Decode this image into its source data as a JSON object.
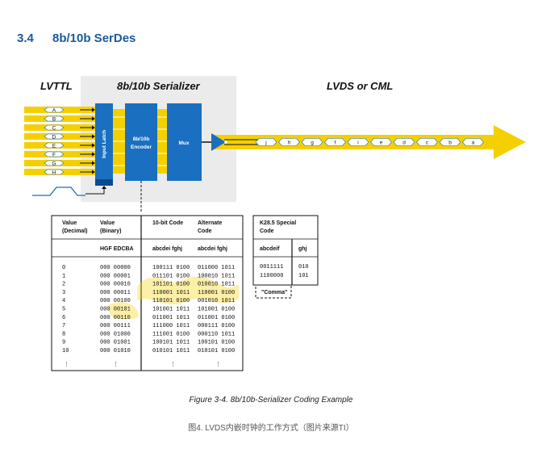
{
  "section": {
    "number": "3.4",
    "title": "8b/10b SerDes"
  },
  "diagram": {
    "left_label": "LVTTL",
    "middle_label": "8b/10b Serializer",
    "right_label": "LVDS or CML",
    "inputs": [
      "A",
      "B",
      "C",
      "D",
      "E",
      "F",
      "G",
      "H"
    ],
    "latch_label": "Input Latch",
    "encoder_label_1": "8b/10b",
    "encoder_label_2": "Encoder",
    "mux_label": "Mux",
    "serial_bits": [
      "j",
      "h",
      "g",
      "f",
      "i",
      "e",
      "d",
      "c",
      "b",
      "a"
    ]
  },
  "table": {
    "headers": [
      {
        "l1": "Value",
        "l2": "(Decimal)"
      },
      {
        "l1": "Value",
        "l2": "(Binary)"
      },
      {
        "l1": "10-bit Code",
        "l2": ""
      },
      {
        "l1": "Alternate",
        "l2": "Code"
      }
    ],
    "subheaders": [
      "",
      "HGF EDCBA",
      "abcdei fghj",
      "abcdei fghj"
    ],
    "rows": [
      [
        "0",
        "000 00000",
        "100111 0100",
        "011000 1011"
      ],
      [
        "1",
        "000 00001",
        "011101 0100",
        "100010 1011"
      ],
      [
        "2",
        "000 00010",
        "101101 0100",
        "010010 1011"
      ],
      [
        "3",
        "000 00011",
        "110001 1011",
        "110001 0100"
      ],
      [
        "4",
        "000 00100",
        "110101 0100",
        "001010 1011"
      ],
      [
        "5",
        "000 00101",
        "101001 1011",
        "101001 0100"
      ],
      [
        "6",
        "000 00110",
        "011001 1011",
        "011001 0100"
      ],
      [
        "7",
        "000 00111",
        "111000 1011",
        "000111 0100"
      ],
      [
        "8",
        "000 01000",
        "111001 0100",
        "000110 1011"
      ],
      [
        "9",
        "000 01001",
        "100101 1011",
        "100101 0100"
      ],
      [
        "10",
        "000 01010",
        "010101 1011",
        "010101 0100"
      ]
    ],
    "ellipsis": "⋮"
  },
  "k28": {
    "title_l1": "K28.5 Special",
    "title_l2": "Code",
    "col1": "abcdeif",
    "col2": "ghj",
    "rows": [
      [
        "0011111",
        "010"
      ],
      [
        "1100000",
        "101"
      ]
    ],
    "note": "\"Comma\""
  },
  "caption": "Figure 3-4. 8b/10b-Serializer Coding Example",
  "subcaption": "图4. LVDS内嵌时钟的工作方式（图片来源TI）",
  "colors": {
    "accent_blue": "#1a6fc0",
    "signal_yellow": "#f5d000",
    "header_blue": "#1a5a9c",
    "panel_gray": "#ebebeb"
  }
}
